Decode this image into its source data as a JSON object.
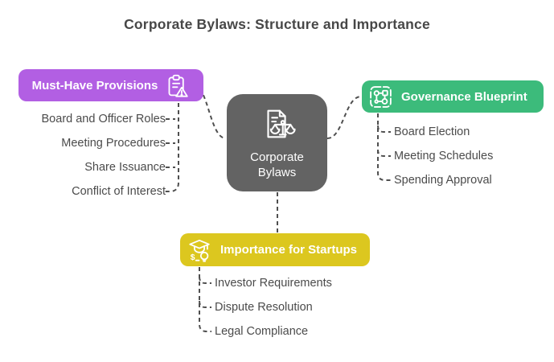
{
  "title": "Corporate Bylaws: Structure and Importance",
  "center_node": {
    "label": "Corporate Bylaws",
    "icon": "document-scales-icon",
    "color": "#636363"
  },
  "branches": {
    "left": {
      "label": "Must-Have Provisions",
      "icon": "clipboard-alert-icon",
      "color": "#b25fe3",
      "items": [
        "Board and Officer Roles",
        "Meeting Procedures",
        "Share Issuance",
        "Conflict of Interest"
      ]
    },
    "right": {
      "label": "Governance Blueprint",
      "icon": "blueprint-icon",
      "color": "#3cbb7b",
      "items": [
        "Board Election",
        "Meeting Schedules",
        "Spending Approval"
      ]
    },
    "bottom": {
      "label": "Importance for Startups",
      "icon": "graduation-dollar-idea-icon",
      "color": "#dcc71f",
      "items": [
        "Investor Requirements",
        "Dispute Resolution",
        "Legal Compliance"
      ]
    }
  },
  "connector_color": "#4f4f4f",
  "text_color": "#4b4b4b",
  "title_color": "#474747"
}
